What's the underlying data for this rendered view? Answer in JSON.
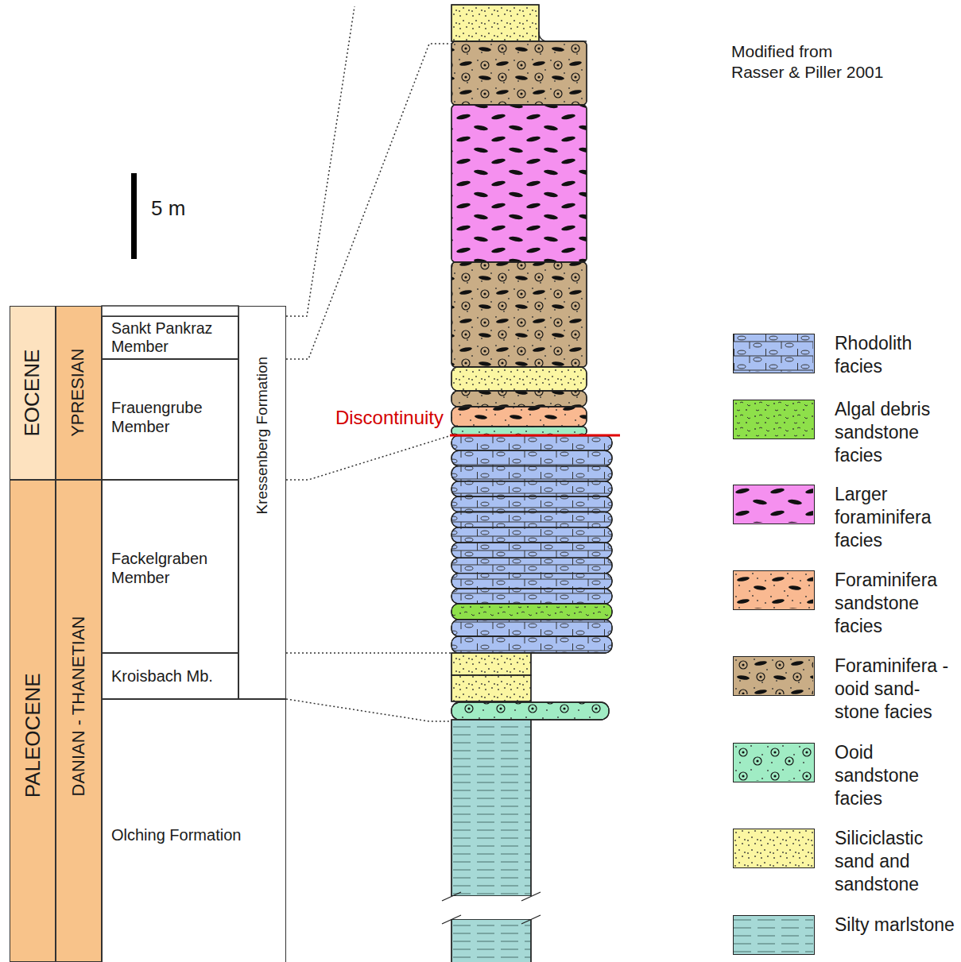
{
  "diagram": {
    "nodes": [
      {
        "text": [
          "EOCENE"
        ]
      },
      {
        "text": [
          "PALEOCENE"
        ]
      },
      {
        "text": [
          "YPRESIAN"
        ]
      },
      {
        "text": [
          "DANIAN - THANETIAN"
        ]
      },
      {
        "text": [
          "Sankt Pankraz Member"
        ]
      },
      {
        "text": [
          "Frauengrube Member"
        ]
      },
      {
        "text": [
          "Fackelgraben Member"
        ]
      },
      {
        "text": [
          "Kroisbach Mb."
        ]
      },
      {
        "text": [
          "Kressenberg Formation"
        ]
      },
      {
        "text": [
          "Olching Formation"
        ]
      }
    ],
    "labels": [
      "5 m",
      "Modified from Rasser & Piller 2001",
      "Discontinuity"
    ],
    "legend": [
      {
        "text": "Rhodolith facies",
        "color": "#a9c0f2"
      },
      {
        "text": "Algal debris sandstone facies",
        "color": "#8ee04a"
      },
      {
        "text": "Larger foraminifera facies",
        "color": "#f590ef"
      },
      {
        "text": "Foraminifera sandstone facies",
        "color": "#f9b991"
      },
      {
        "text": "Foraminifera -ooid sand- stone facies",
        "color": "#c9ad86"
      },
      {
        "text": "Ooid sandstone facies",
        "color": "#a0ecc4"
      },
      {
        "text": "Siliciclastic sand and sandstone",
        "color": "#fbf6a2"
      },
      {
        "text": "Silty marlstone",
        "color": "#a6d9d6"
      }
    ]
  }
}
